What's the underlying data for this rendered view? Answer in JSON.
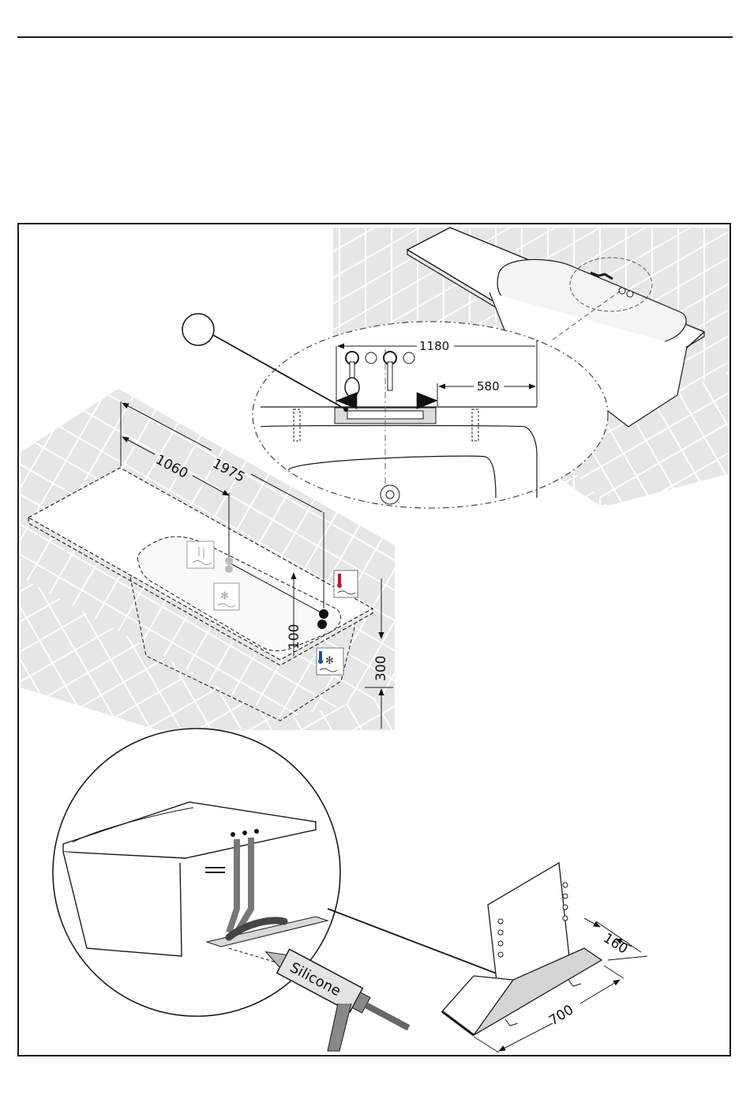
{
  "page": {
    "dimensions": {
      "tub_length": "1975",
      "drain_position": "1060",
      "faucet_span": "1180",
      "faucet_offset": "580",
      "overflow_height": "100",
      "rim_height": "300",
      "support_width": "160",
      "support_length": "700"
    },
    "labels": {
      "sealant_cartridge": "Silicone"
    },
    "icons": {
      "hot": "hot-water-icon",
      "cold": "cold-water-icon",
      "hot_fill": "tub-hot-fill-icon",
      "cold_fill": "tub-cold-fill-icon"
    },
    "colors": {
      "line": "#1a1a1a",
      "tile_grout": "#c9c9c9",
      "tile_bg": "#e9e9e9",
      "hot": "#c4132a",
      "cold": "#1f4fa0"
    }
  }
}
